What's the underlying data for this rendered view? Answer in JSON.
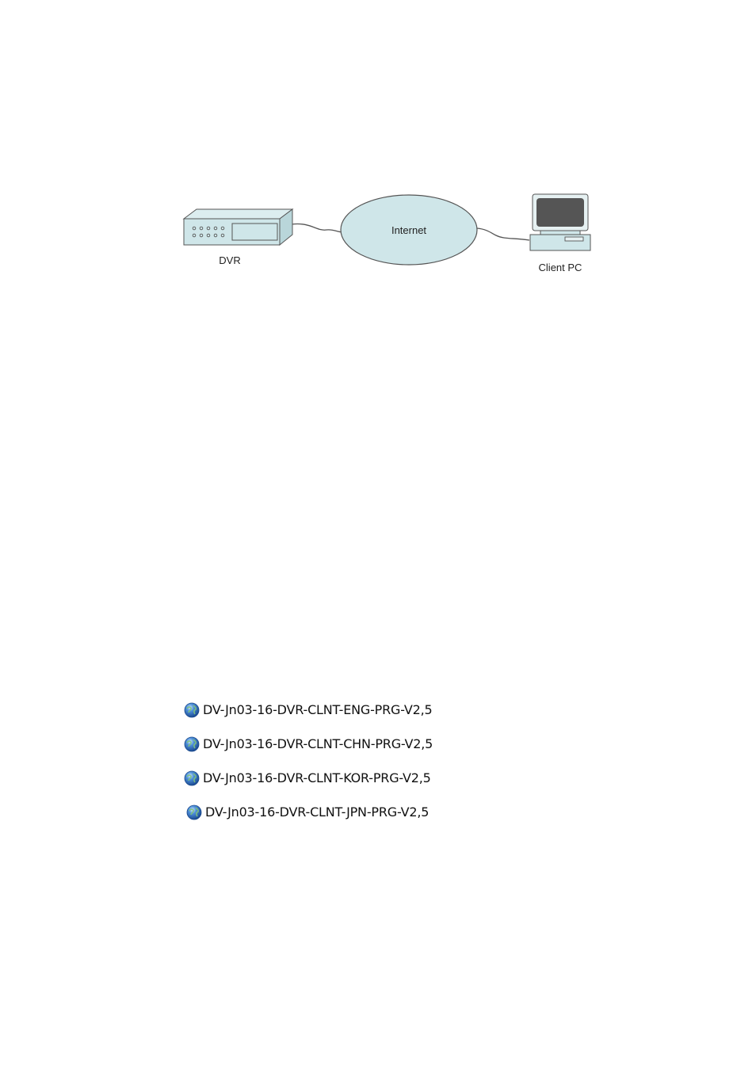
{
  "diagram": {
    "nodes": {
      "dvr": "DVR",
      "internet": "Internet",
      "client": "Client PC"
    },
    "colors": {
      "device_fill": "#cfe6e9",
      "cloud_fill": "#cfe6e9",
      "outline": "#555555",
      "screen": "#555555"
    }
  },
  "file_list": {
    "icon": "globe-icon",
    "items": [
      "DV-Jn03-16-DVR-CLNT-ENG-PRG-V2,5",
      "DV-Jn03-16-DVR-CLNT-CHN-PRG-V2,5",
      "DV-Jn03-16-DVR-CLNT-KOR-PRG-V2,5",
      "DV-Jn03-16-DVR-CLNT-JPN-PRG-V2,5"
    ]
  }
}
